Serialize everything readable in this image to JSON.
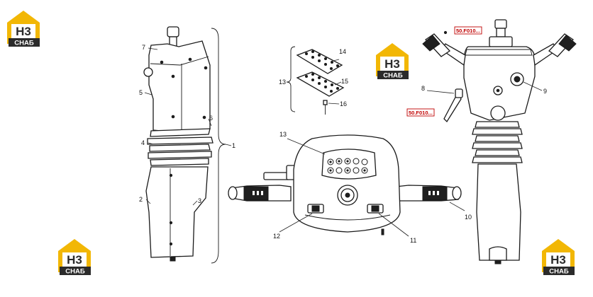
{
  "logo": {
    "monogram": "H3",
    "wordmark": "CHAБ",
    "colors": {
      "gold": "#f2b705",
      "dark": "#2b2b2b",
      "white": "#ffffff"
    }
  },
  "callouts": {
    "n1": "1",
    "n2": "2",
    "n3": "3",
    "n4": "4",
    "n5": "5",
    "n6": "6",
    "n7": "7",
    "n8": "8",
    "n9": "9",
    "n10": "10",
    "n11": "11",
    "n12": "12",
    "n13a": "13",
    "n13b": "13",
    "n14": "14",
    "n15": "15",
    "n16": "16"
  },
  "refs": {
    "top": "50.F010...",
    "left": "50.F010..."
  },
  "colors": {
    "line": "#1a1a1a",
    "ref_red": "#c00000"
  }
}
